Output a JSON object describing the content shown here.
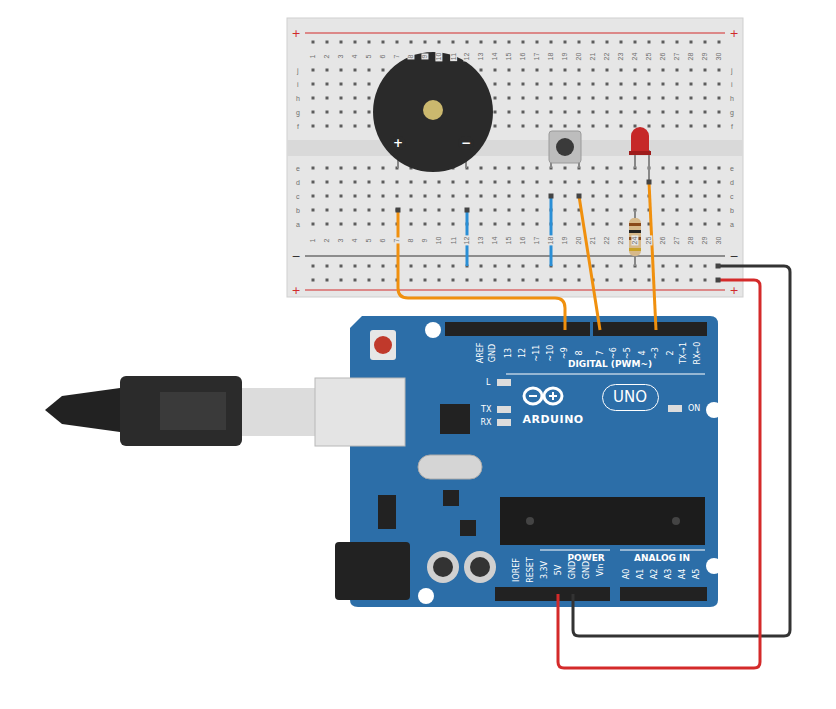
{
  "diagram": {
    "nodes": [
      {
        "text": [
          "UNO"
        ]
      }
    ],
    "labels": [
      "1",
      "2",
      "3",
      "4",
      "5",
      "6",
      "7",
      "8",
      "9",
      "10",
      "11",
      "12",
      "13",
      "14",
      "15",
      "16",
      "17",
      "18",
      "19",
      "20",
      "21",
      "22",
      "23",
      "24",
      "25",
      "26",
      "27",
      "28",
      "29",
      "30",
      "1",
      "2",
      "3",
      "4",
      "5",
      "6",
      "7",
      "8",
      "9",
      "10",
      "11",
      "12",
      "13",
      "14",
      "15",
      "16",
      "17",
      "18",
      "19",
      "20",
      "21",
      "22",
      "23",
      "24",
      "25",
      "26",
      "27",
      "28",
      "29",
      "30",
      "j",
      "i",
      "h",
      "g",
      "f",
      "j",
      "i",
      "h",
      "g",
      "f",
      "e",
      "d",
      "c",
      "b",
      "a",
      "e",
      "d",
      "c",
      "b",
      "a",
      "+",
      "+",
      "−",
      "−",
      "+",
      "+",
      "+",
      "−",
      "AREF",
      "GND",
      "13",
      "12",
      "~11",
      "~10",
      "~9",
      "8",
      "7",
      "~6",
      "~5",
      "4",
      "~3",
      "2",
      "TX→1",
      "RX←0",
      "DIGITAL (PWM~)",
      "L",
      "TX",
      "RX",
      "ARDUINO",
      "ON",
      "POWER",
      "ANALOG IN",
      "IOREF",
      "RESET",
      "3.3V",
      "5V",
      "GND",
      "GND",
      "Vin",
      "A0",
      "A1",
      "A2",
      "A3",
      "A4",
      "A5"
    ]
  }
}
